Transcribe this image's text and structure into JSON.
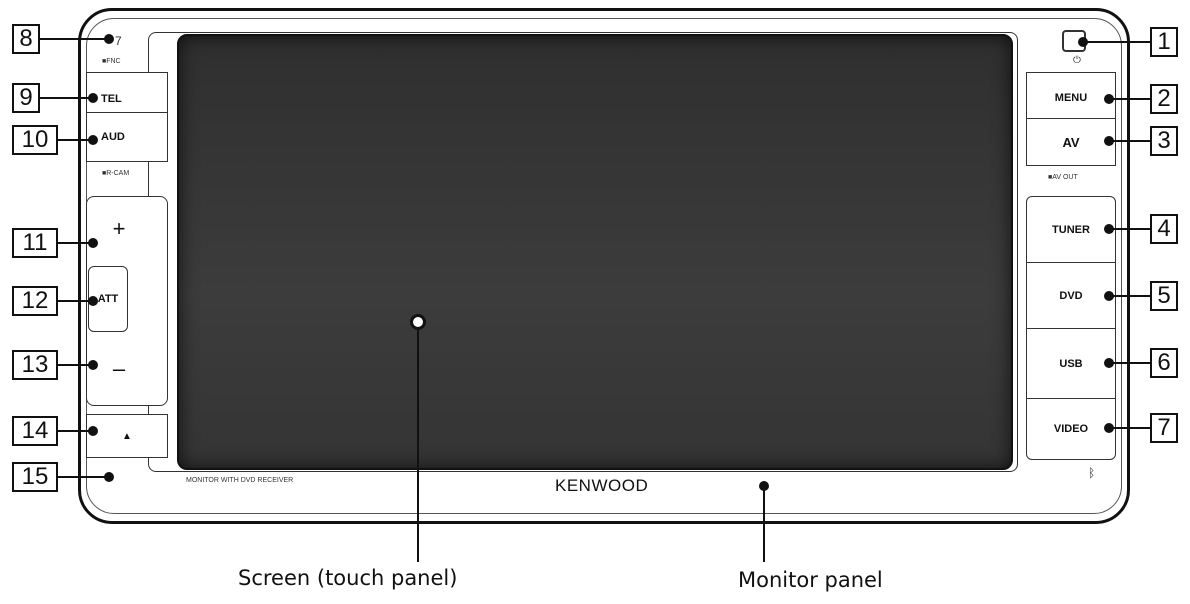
{
  "callouts": {
    "left": [
      "8",
      "9",
      "10",
      "11",
      "12",
      "13",
      "14",
      "15"
    ],
    "right": [
      "1",
      "2",
      "3",
      "4",
      "5",
      "6",
      "7"
    ]
  },
  "buttons": {
    "tel": "TEL",
    "aud": "AUD",
    "vol_up": "+",
    "att": "ATT",
    "vol_down": "–",
    "eject": "▲",
    "menu": "MENU",
    "av": "AV",
    "tuner": "TUNER",
    "dvd": "DVD",
    "usb": "USB",
    "video": "VIDEO"
  },
  "panel_text": {
    "top_left_symbol": "7",
    "fnc": "■FNC",
    "r_cam": "■R-CAM",
    "av_out": "■AV OUT",
    "power_symbol": "⏻",
    "model_text": "MONITOR WITH DVD RECEIVER",
    "brand": "KENWOOD",
    "bluetooth_symbol": "ᛒ"
  },
  "captions": {
    "screen": "Screen (touch panel)",
    "monitor": "Monitor panel"
  }
}
